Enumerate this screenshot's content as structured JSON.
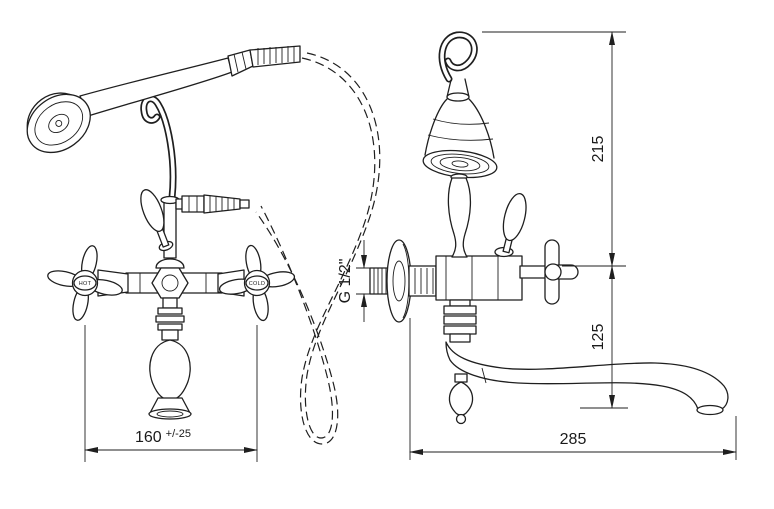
{
  "drawing": {
    "title": "wall-mounted bath shower mixer technical drawing",
    "labels": {
      "hot": "HOT",
      "cold": "COLD"
    },
    "dimensions": {
      "centers_value": "160",
      "centers_tolerance": "+/-25",
      "thread_size": "G 1/2\"",
      "height_upper": "215",
      "height_lower": "125",
      "spout_reach": "285"
    },
    "colors": {
      "line": "#1f1f1f",
      "background": "#ffffff"
    }
  }
}
